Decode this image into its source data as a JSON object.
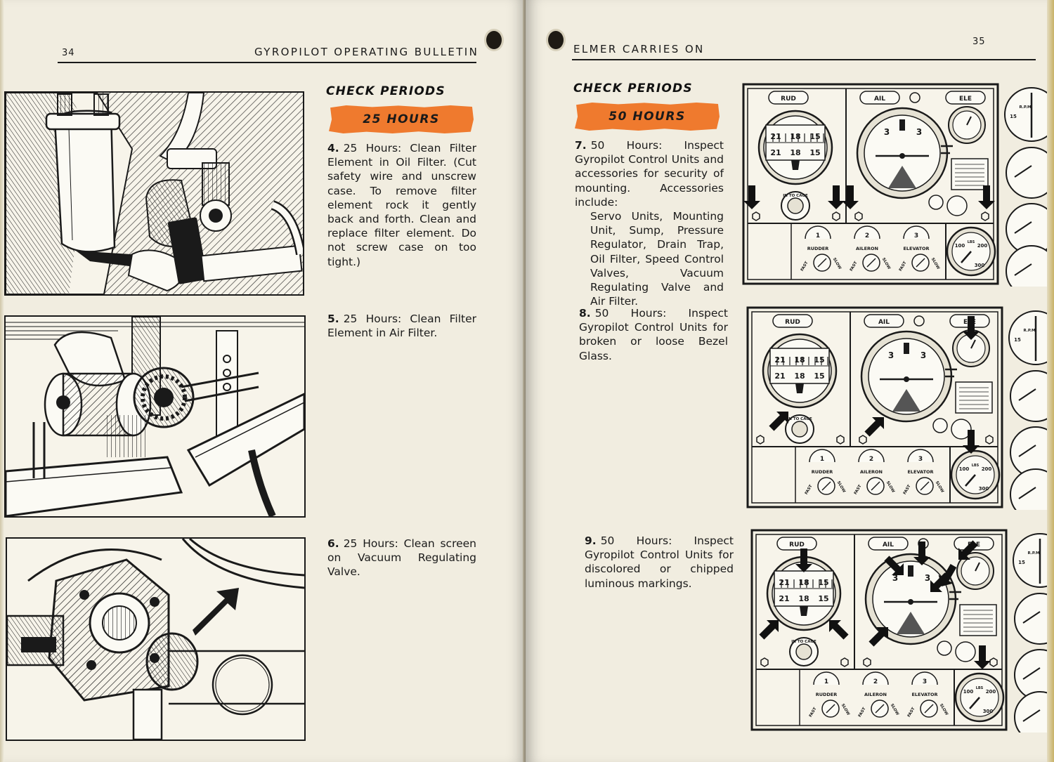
{
  "left_page": {
    "page_number": "34",
    "running_head": "GYROPILOT OPERATING BULLETIN",
    "section_heading": "CHECK PERIODS",
    "banner": "25 HOURS",
    "items": [
      {
        "number": "4.",
        "text": "25 Hours: Clean Filter Element in Oil Filter. (Cut safety wire and unscrew case. To remove filter element rock it gently back and forth. Clean and replace filter element. Do not screw case on too tight.)"
      },
      {
        "number": "5.",
        "text": "25 Hours: Clean Filter Element in Air Filter."
      },
      {
        "number": "6.",
        "text": "25 Hours: Clean screen on Vacuum Regulating Valve."
      }
    ]
  },
  "right_page": {
    "page_number": "35",
    "running_head": "ELMER CARRIES ON",
    "section_heading": "CHECK PERIODS",
    "banner": "50 HOURS",
    "items": [
      {
        "number": "7.",
        "text": "50 Hours: Inspect Gyropilot Control Units and accessories for security of mounting. Accessories include:",
        "list": "Servo Units, Mounting Unit, Sump, Pressure Regulator, Drain Trap, Oil Filter, Speed Control Valves, Vacuum Regulating Valve and Air Filter."
      },
      {
        "number": "8.",
        "text": "50 Hours: Inspect Gyropilot Control Units for broken or loose Bezel Glass."
      },
      {
        "number": "9.",
        "text": "50 Hours: Inspect Gyropilot Control Units for discolored or chipped luminous markings."
      }
    ],
    "panel_labels": {
      "rud": "RUD",
      "ail": "AIL",
      "ele": "ELE",
      "in_to_cage": "IN TO CAGE",
      "rudder": "RUDDER",
      "aileron": "AILERON",
      "elevator": "ELEVATOR",
      "fast": "FAST",
      "slow": "SLOW",
      "lbs": "LBS",
      "rpm": "R.P.M.",
      "g100": "100",
      "g200": "200",
      "g300": "300",
      "t15": "15",
      "t18": "18",
      "t21": "21",
      "ar1": "1",
      "ar2": "2",
      "ar3": "3"
    }
  },
  "colors": {
    "banner": "#ef7a2e",
    "paper": "#f1ede0",
    "ink": "#1a1a1a"
  }
}
